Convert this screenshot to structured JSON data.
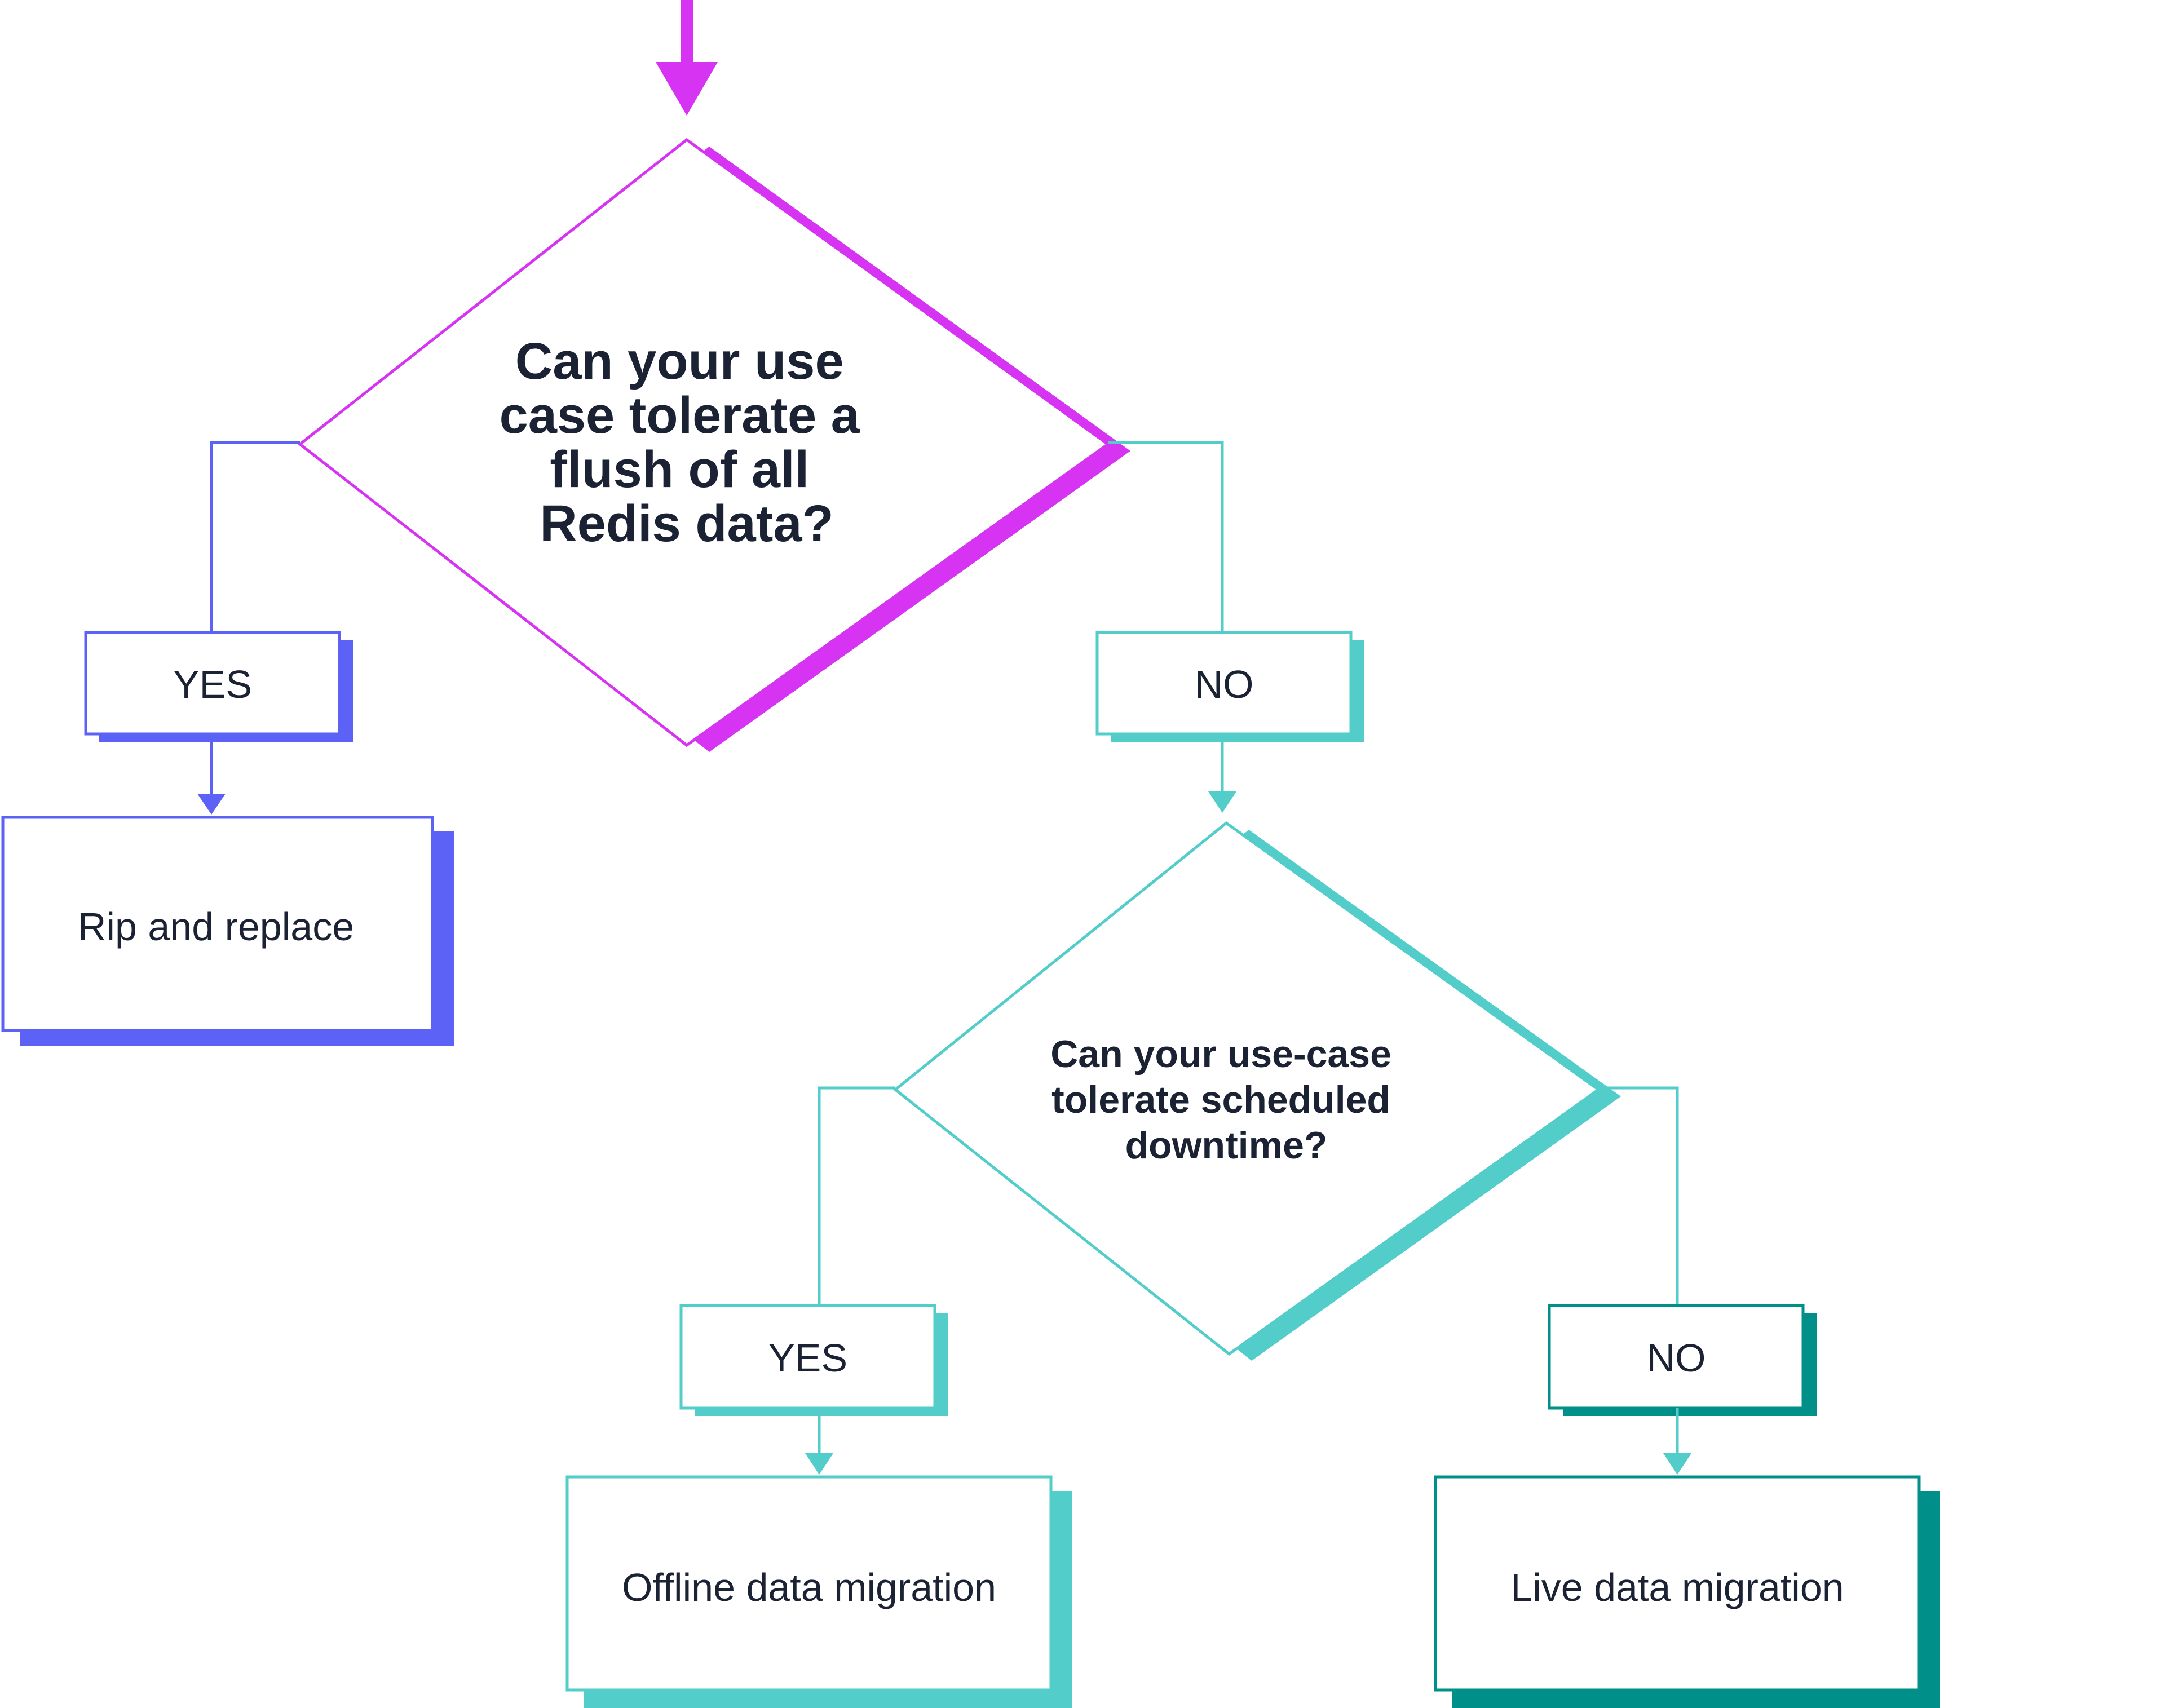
{
  "colors": {
    "magenta": "#d633f2",
    "blue": "#5c62f5",
    "teal": "#52cdc9",
    "dark_teal": "#008f89",
    "text": "#1b2234",
    "background": "#ffffff"
  },
  "decision_1": {
    "question_lines": [
      "Can your use",
      "case tolerate a",
      "flush of all",
      "Redis data?"
    ],
    "yes_label": "YES",
    "no_label": "NO"
  },
  "outcome_rip_and_replace": "Rip and replace",
  "decision_2": {
    "question_lines": [
      "Can your use-case",
      "tolerate scheduled",
      "downtime?"
    ],
    "yes_label": "YES",
    "no_label": "NO"
  },
  "outcome_offline": "Offline data migration",
  "outcome_live": "Live data migration"
}
